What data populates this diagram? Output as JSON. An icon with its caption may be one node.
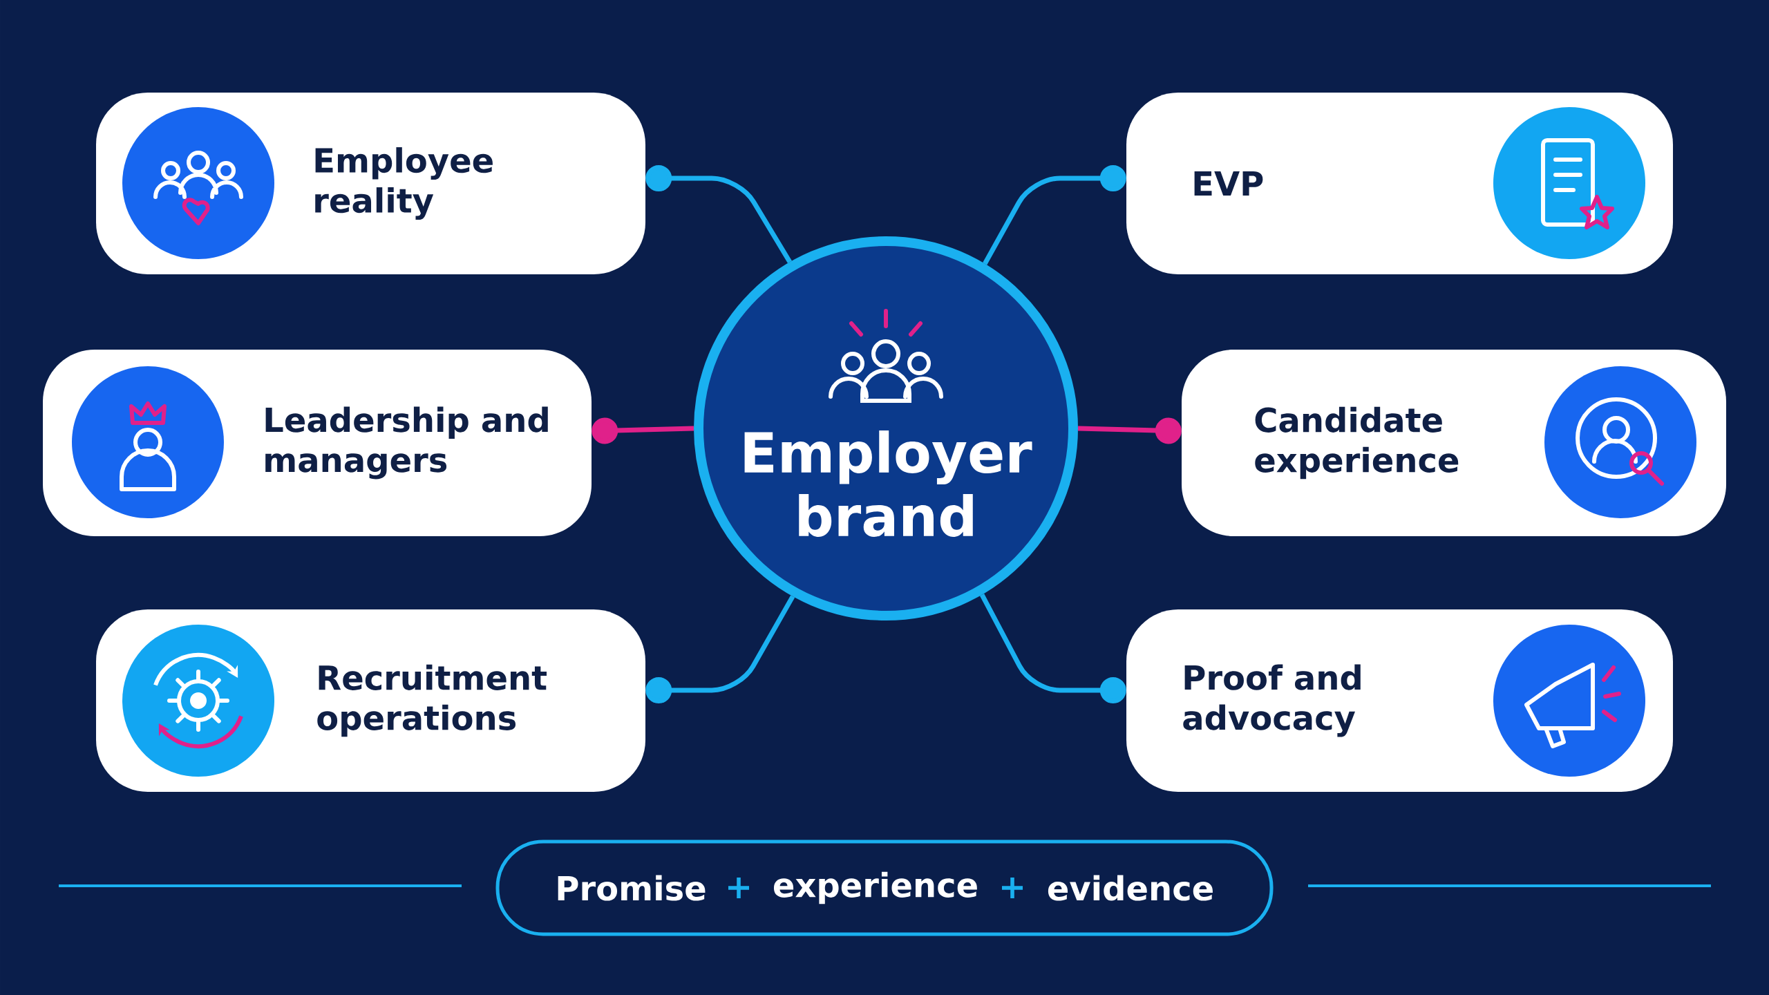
{
  "diagram": {
    "nodes": [
      {
        "text": [
          "Employee reality"
        ]
      },
      {
        "text": [
          "EVP"
        ]
      },
      {
        "text": [
          "Leadership and managers"
        ]
      },
      {
        "text": [
          "Employer brand"
        ]
      },
      {
        "text": [
          "Candidate experience"
        ]
      },
      {
        "text": [
          "Recruitment operations"
        ]
      },
      {
        "text": [
          "Proof and advocacy"
        ]
      },
      {
        "text": [
          "Promise",
          "+",
          "experience",
          "+",
          "evidence"
        ]
      }
    ],
    "edges": [
      {
        "from": 3,
        "to": 0,
        "arrow": "other"
      },
      {
        "from": 3,
        "to": 1,
        "arrow": "other"
      },
      {
        "from": 3,
        "to": 2,
        "arrow": "other",
        "color": "#e0218a"
      },
      {
        "from": 3,
        "to": 4,
        "arrow": "other",
        "color": "#e0218a"
      },
      {
        "from": 3,
        "to": 5,
        "arrow": "other"
      },
      {
        "from": 3,
        "to": 6,
        "arrow": "other"
      }
    ]
  }
}
